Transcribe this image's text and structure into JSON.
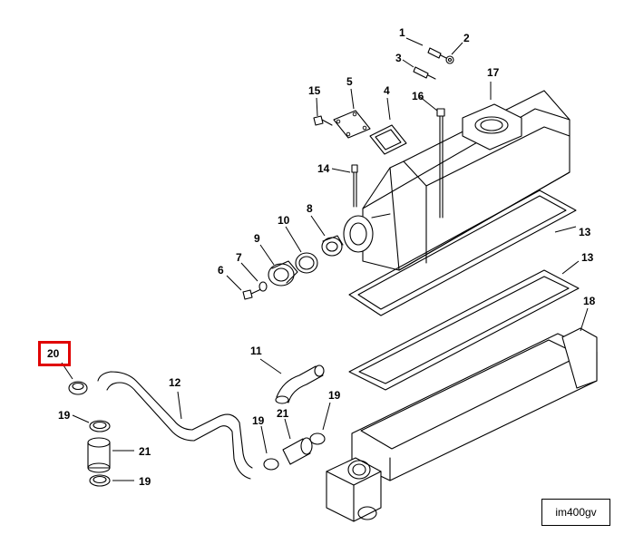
{
  "figure_id": "im400gv",
  "highlighted_callout": "20",
  "callouts": [
    {
      "key": "c1",
      "label": "1"
    },
    {
      "key": "c2",
      "label": "2"
    },
    {
      "key": "c3",
      "label": "3"
    },
    {
      "key": "c4",
      "label": "4"
    },
    {
      "key": "c5",
      "label": "5"
    },
    {
      "key": "c6",
      "label": "6"
    },
    {
      "key": "c7",
      "label": "7"
    },
    {
      "key": "c8",
      "label": "8"
    },
    {
      "key": "c9",
      "label": "9"
    },
    {
      "key": "c10",
      "label": "10"
    },
    {
      "key": "c11",
      "label": "11"
    },
    {
      "key": "c12",
      "label": "12"
    },
    {
      "key": "c13a",
      "label": "13"
    },
    {
      "key": "c13b",
      "label": "13"
    },
    {
      "key": "c14",
      "label": "14"
    },
    {
      "key": "c15",
      "label": "15"
    },
    {
      "key": "c16",
      "label": "16"
    },
    {
      "key": "c17",
      "label": "17"
    },
    {
      "key": "c18",
      "label": "18"
    },
    {
      "key": "c19a",
      "label": "19"
    },
    {
      "key": "c19b",
      "label": "19"
    },
    {
      "key": "c19c",
      "label": "19"
    },
    {
      "key": "c19d",
      "label": "19"
    },
    {
      "key": "c20",
      "label": "20"
    },
    {
      "key": "c21a",
      "label": "21"
    },
    {
      "key": "c21b",
      "label": "21"
    }
  ]
}
